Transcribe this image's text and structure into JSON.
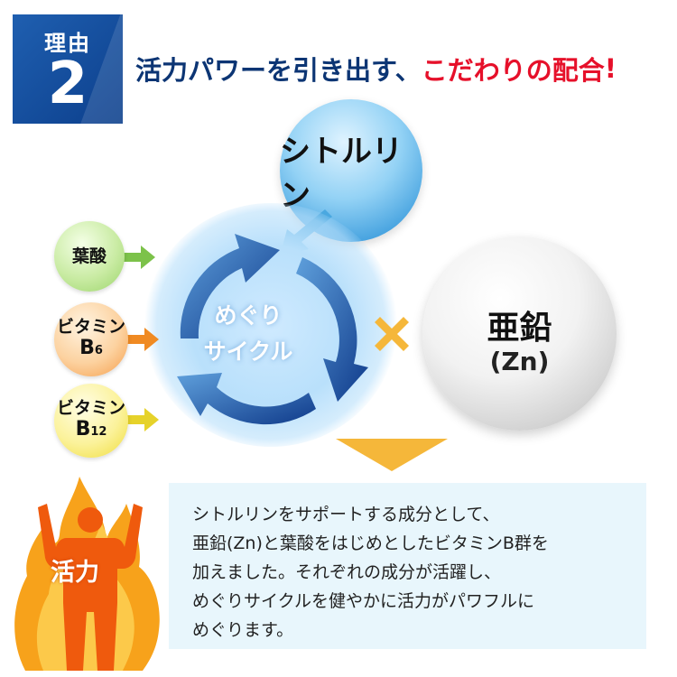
{
  "badge": {
    "label": "理由",
    "number": "2"
  },
  "heading": {
    "part1": "活力パワーを引き出す、",
    "part2": "こだわりの配合",
    "part3": "!"
  },
  "citrulline": {
    "label": "シトルリン"
  },
  "zinc": {
    "name": "亜鉛",
    "symbol": "(Zn)"
  },
  "cycle": {
    "line1": "めぐり",
    "line2": "サイクル"
  },
  "nutrients": {
    "folic": {
      "label": "葉酸"
    },
    "b6": {
      "line1": "ビタミン",
      "letter": "B",
      "sub": "6"
    },
    "b12": {
      "line1": "ビタミン",
      "letter": "B",
      "sub": "12"
    }
  },
  "description": {
    "lines": [
      "シトルリンをサポートする成分として、",
      "亜鉛(Zn)と葉酸をはじめとしたビタミンB群を",
      "加えました。それぞれの成分が活躍し、",
      "めぐりサイクルを健やかに活力がパワフルに",
      "めぐります。"
    ]
  },
  "vitality": {
    "label": "活力"
  },
  "colors": {
    "badge": "#0c3f8c",
    "heading": "#0c3574",
    "highlight": "#e6102a",
    "cycle_arrow": "#123f8f",
    "cross": "#f5b73a",
    "down_arrow": "#f5b73a",
    "infobox": "#e8f6fc",
    "flame": "#f7a21b",
    "person": "#ef5a0d"
  },
  "icons": [
    "cycle-arrows-icon",
    "cross-icon",
    "down-arrow-icon",
    "flame-person-icon"
  ]
}
